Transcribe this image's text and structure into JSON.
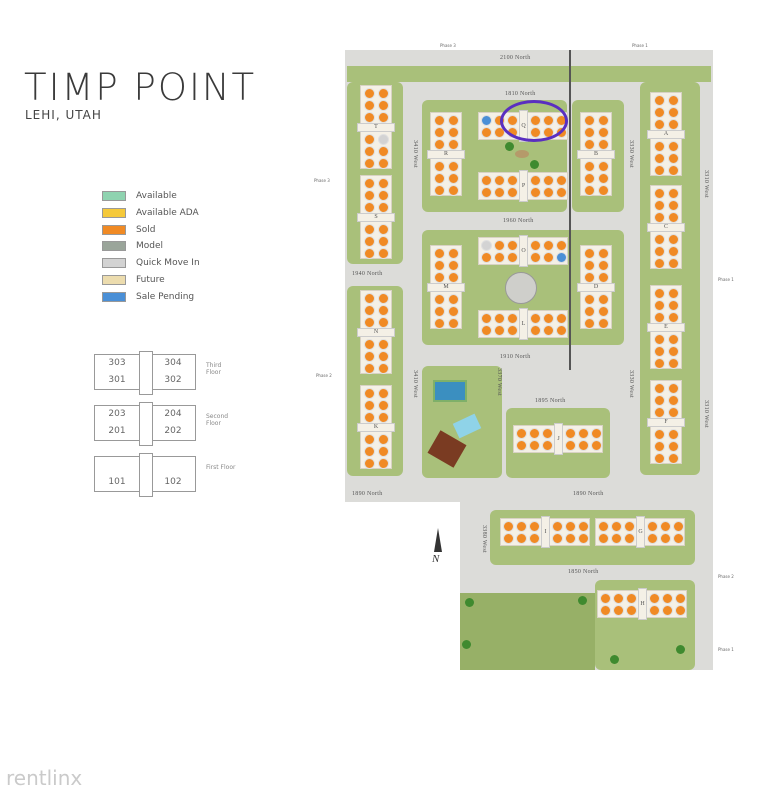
{
  "header": {
    "title": "TIMP POINT",
    "subtitle": "LEHI, UTAH"
  },
  "legend": [
    {
      "label": "Available",
      "color": "#8fd3b0"
    },
    {
      "label": "Available ADA",
      "color": "#f5c93a"
    },
    {
      "label": "Sold",
      "color": "#f08a24"
    },
    {
      "label": "Model",
      "color": "#9aa59a"
    },
    {
      "label": "Quick Move In",
      "color": "#d3d3d3"
    },
    {
      "label": "Future",
      "color": "#ecdcae"
    },
    {
      "label": "Sale Pending",
      "color": "#4a8fd6"
    }
  ],
  "floorplans": [
    {
      "floor": "Third Floor",
      "units": [
        "303",
        "304",
        "301",
        "302"
      ]
    },
    {
      "floor": "Second Floor",
      "units": [
        "203",
        "204",
        "201",
        "202"
      ]
    },
    {
      "floor": "First Floor",
      "units": [
        "101",
        "102"
      ]
    }
  ],
  "streets": {
    "s2100": "2100 North",
    "s1810": "1810 North",
    "s1960": "1960 North",
    "s1940": "1940 North",
    "s1910": "1910 North",
    "s1895": "1895 North",
    "s1890a": "1890 North",
    "s1890b": "1890 North",
    "s1850": "1850 North",
    "w3410": "3410 West",
    "w3370": "3370 West",
    "w3330": "3330 West",
    "w3310": "3310 West",
    "w3310b": "3310 West",
    "w3380": "3380 West"
  },
  "phases": {
    "p3top": "Phase 3",
    "p1top": "Phase 1",
    "p3left": "Phase 3",
    "p1right": "Phase 1",
    "p2left": "Phase 2",
    "p2right": "Phase 2",
    "p1bottom": "Phase 1"
  },
  "buildings": [
    "T",
    "S",
    "N",
    "K",
    "R",
    "M",
    "B",
    "D",
    "A",
    "C",
    "E",
    "F",
    "Q",
    "P",
    "O",
    "L",
    "J",
    "I",
    "G",
    "H"
  ],
  "special_units": [
    {
      "building": "Q",
      "unit": 0,
      "status": "Sale Pending"
    },
    {
      "building": "T",
      "unit": 7,
      "status": "Quick Move In"
    },
    {
      "building": "O",
      "unit": 0,
      "status": "Quick Move In"
    },
    {
      "building": "O",
      "unit": 11,
      "status": "Sale Pending"
    }
  ],
  "compass": "N",
  "watermark": "rentlinx"
}
